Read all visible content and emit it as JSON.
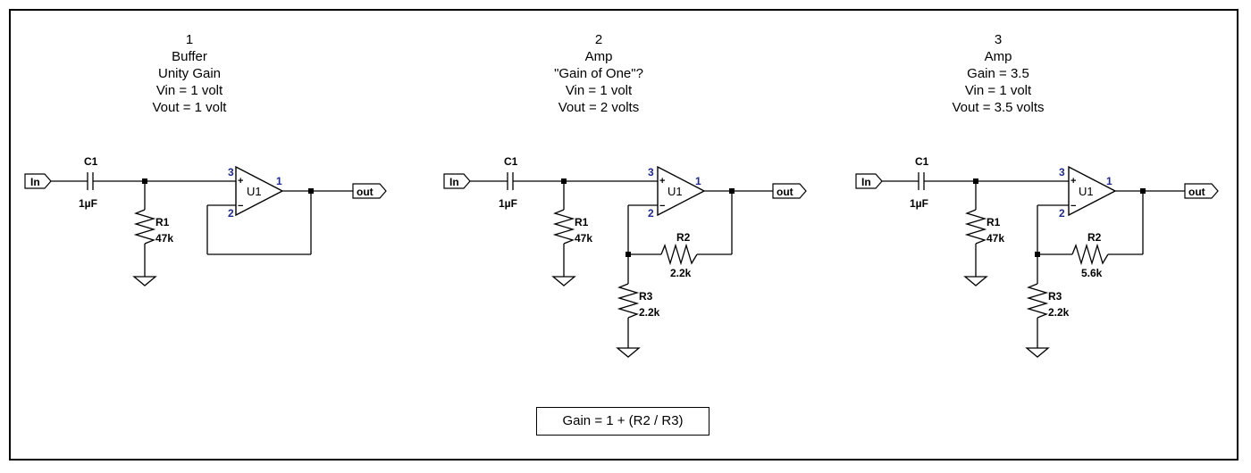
{
  "headers": [
    {
      "lines": [
        "1",
        "Buffer",
        "Unity Gain",
        "Vin = 1 volt",
        "Vout = 1 volt"
      ]
    },
    {
      "lines": [
        "2",
        "Amp",
        "\"Gain of One\"?",
        "Vin = 1 volt",
        "Vout = 2 volts"
      ]
    },
    {
      "lines": [
        "3",
        "Amp",
        "Gain = 3.5",
        "Vin = 1 volt",
        "Vout = 3.5 volts"
      ]
    }
  ],
  "circuits": [
    {
      "input_port": "In",
      "output_port": "out",
      "c1": {
        "name": "C1",
        "value": "1µF"
      },
      "r1": {
        "name": "R1",
        "value": "47k"
      },
      "opamp": {
        "name": "U1",
        "plus": "+",
        "minus": "−",
        "pin_in_plus": "3",
        "pin_in_minus": "2",
        "pin_out": "1"
      }
    },
    {
      "input_port": "In",
      "output_port": "out",
      "c1": {
        "name": "C1",
        "value": "1µF"
      },
      "r1": {
        "name": "R1",
        "value": "47k"
      },
      "r2": {
        "name": "R2",
        "value": "2.2k"
      },
      "r3": {
        "name": "R3",
        "value": "2.2k"
      },
      "opamp": {
        "name": "U1",
        "plus": "+",
        "minus": "−",
        "pin_in_plus": "3",
        "pin_in_minus": "2",
        "pin_out": "1"
      }
    },
    {
      "input_port": "In",
      "output_port": "out",
      "c1": {
        "name": "C1",
        "value": "1µF"
      },
      "r1": {
        "name": "R1",
        "value": "47k"
      },
      "r2": {
        "name": "R2",
        "value": "5.6k"
      },
      "r3": {
        "name": "R3",
        "value": "2.2k"
      },
      "opamp": {
        "name": "U1",
        "plus": "+",
        "minus": "−",
        "pin_in_plus": "3",
        "pin_in_minus": "2",
        "pin_out": "1"
      }
    }
  ],
  "formula": "Gain = 1 + (R2 / R3)"
}
